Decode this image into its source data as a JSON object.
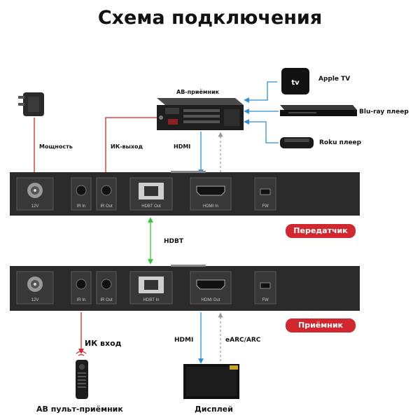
{
  "title": "Схема подключения",
  "devices": {
    "av_receiver": "АВ-приёмник",
    "apple_tv": "Apple TV",
    "bluray": "Blu-ray плеер",
    "roku": "Roku плеер",
    "display": "Дисплей",
    "remote": "АВ пульт-приёмник"
  },
  "connections": {
    "power": "Мощность",
    "ir_out": "ИК-выход",
    "hdmi_top": "HDMI",
    "hdbt": "HDBT",
    "ir_in": "ИК вход",
    "hdmi_bottom": "HDMI",
    "earc": "eARC/ARC"
  },
  "units": {
    "transmitter": "Передатчик",
    "receiver": "Приёмник"
  },
  "transmitter_ports": {
    "power": "12V",
    "ir_in": "IR In",
    "ir_out": "IR Out",
    "hdbt": "HDBT Out",
    "hdmi": "HDMI In",
    "fw": "FW"
  },
  "receiver_ports": {
    "power": "12V",
    "ir_in": "IR In",
    "ir_out": "IR Out",
    "hdbt": "HDBT In",
    "hdmi": "HDMI Out",
    "fw": "FW"
  },
  "colors": {
    "red_line": "#d0282e",
    "blue_line": "#2f8fd8",
    "green_line": "#3cc43c",
    "unit_body": "#2b2b2b"
  },
  "apple_logo_text": "tv"
}
